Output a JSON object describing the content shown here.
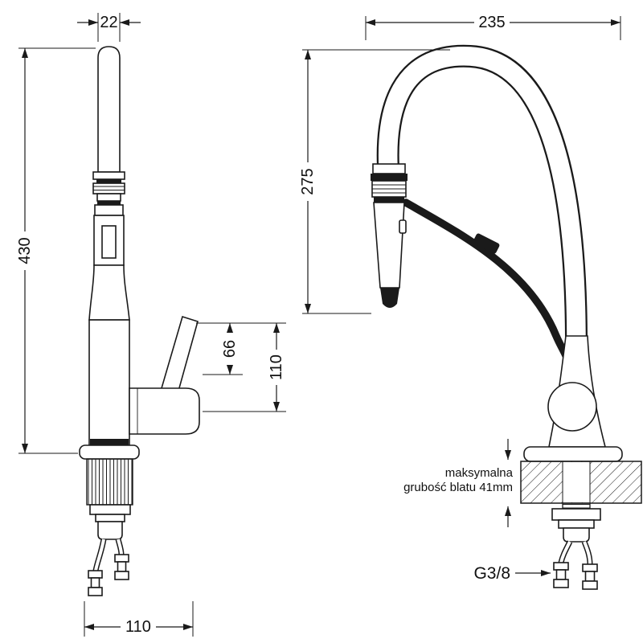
{
  "drawing": {
    "left_view": {
      "dim_spout_diameter": "22",
      "dim_total_height": "430",
      "dim_lever_height": "66",
      "dim_head_height": "110",
      "dim_base_depth": "110"
    },
    "right_view": {
      "dim_reach": "235",
      "dim_spout_drop": "275",
      "note_line1": "maksymalna",
      "note_line2": "grubość blatu 41mm",
      "thread_label": "G3/8"
    },
    "colors": {
      "line": "#1a1a1a",
      "background": "#ffffff"
    }
  }
}
